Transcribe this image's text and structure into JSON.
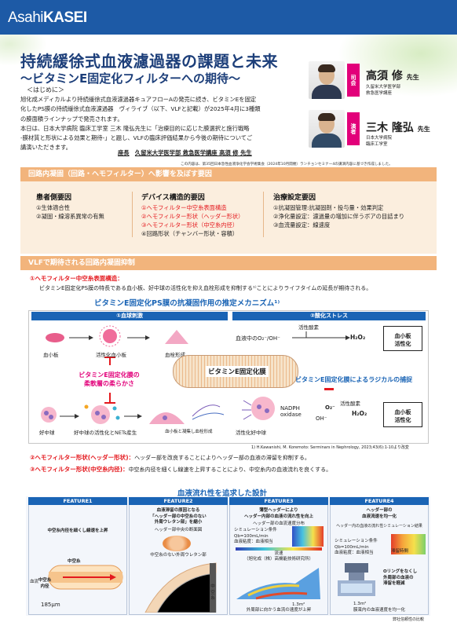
{
  "header": {
    "logo_light": "Asahi",
    "logo_bold": "KASEI"
  },
  "title": "持続緩徐式血液濾過器の課題と未来",
  "subtitle": "～ビタミンE固定化フィルターへの期待～",
  "intro": {
    "heading": "＜はじめに＞",
    "lines": [
      "旭化成メディカルより持続緩徐式血液濾過器キュアフローAの発売に続き、ビタミンEを固定",
      "化したPS膜の持続緩徐式血液濾過器　ヴィライブ（以下、VLFと記載）が2025年4月に3種類",
      "の膜面積ラインナップで発売されます。",
      "本日は、日本大学病院 臨床工学室 三木 隆弘先生に「治療目的に応じた膜選択と施行戦略",
      "-膜材質と形状による効果と期待-」と題し、VLFの臨床評価結果から今後の期待についてご",
      "講演いただきます。"
    ],
    "signer_role": "座長",
    "signer": "久留米大学医学部 救急医学講座 高須 修 先生"
  },
  "speakers": [
    {
      "role": "司会",
      "name": "高須 修",
      "suffix": "先生",
      "aff": [
        "久留米大学医学部",
        "救急医学講座"
      ]
    },
    {
      "role": "演者",
      "name": "三木 隆弘",
      "suffix": "先生",
      "aff": [
        "日本大学病院",
        "臨床工学室"
      ]
    }
  ],
  "note_top": "この内容は、第35回日本急性血液浄化学会学術集会（2024年10月開催）ランチョンセミナー4の講演内容に基づき作成しました。",
  "section1": {
    "heading": "回路内凝固（回路・ヘモフィルター）へ影響を及ぼす要因",
    "cols": [
      {
        "title": "患者側要因",
        "items": [
          "①生体適合性",
          "②凝固・線溶系異常の有無"
        ]
      },
      {
        "title": "デバイス構造的要因",
        "items": [
          "①ヘモフィルター中空糸表面構造",
          "②ヘモフィルター形状（ヘッダー形状）",
          "③ヘモフィルター形状（中空糸内径）",
          "④回路形状（チャンバー形状・容積）"
        ]
      },
      {
        "title": "治療設定要因",
        "items": [
          "①抗凝固管理:抗凝固剤・投与量・効果判定",
          "②浄化量設定：濾過量の増加に伴うボアの目詰まり",
          "③血流量設定：線速度"
        ]
      }
    ]
  },
  "section2": {
    "heading": "VLFで期待される回路内凝固抑制",
    "p1_head": "①ヘモフィルター中空糸表面構造：",
    "p1_text": "ビタミンE固定化PS膜の特長である血小板、好中球の活性化を抑え血栓形成を抑制する¹⁾ことによりライフタイムの延長が期待される。",
    "mech_title": "ビタミンE固定化PS膜の抗凝固作用の推定メカニズム¹⁾",
    "mech_left": {
      "header": "①血球刺激",
      "platelet": "血小板",
      "act_platelet": "活性化血小板",
      "thrombus": "血栓形成",
      "soft1": "ビタミンE固定化膜の",
      "soft2": "柔軟層の柔らかさ",
      "neutrophil": "好中球",
      "net": "好中球の活性化とNETs産生",
      "agg": "血小板と凝集し血栓形成"
    },
    "membrane": "ビタミンE固定化膜",
    "mech_right": {
      "header": "②酸化ストレス",
      "enzyme": "活性酸素",
      "source": "血液中のO₂⁻/OH⁻",
      "h2o2": "H₂O₂",
      "box1a": "血小板",
      "box1b": "活性化",
      "radical": "ビタミンE固定化膜によるラジカルの捕捉",
      "nadph1": "NADPH",
      "nadph2": "oxidase",
      "o2": "O₂⁻",
      "oh": "OH⁻",
      "h2o2b": "H₂O₂",
      "enzyme2": "活性酸素",
      "act_neut": "活性化好中球",
      "box2a": "血小板",
      "box2b": "活性化"
    },
    "ref": "1) H.Kawanishi, M. Koremoto: Serminars in Nephrology, 2023;43(6):1-10より改変",
    "p2_head": "②ヘモフィルター形状(ヘッダー形状)：",
    "p2_text": "ヘッダー部を改良することによりヘッダー部の血液の滞留を抑制する。",
    "p3_head": "③ヘモフィルター形状(中空糸内径)：",
    "p3_text": "中空糸内径を細くし線速を上昇することにより、中空糸内の血液流れを良くする。"
  },
  "section3": {
    "title": "血液流れ性を追求した設計",
    "features": [
      {
        "head": "FEATURE1",
        "text": [
          "中空糸内径を細くし線速を上昇"
        ],
        "sub": [
          "中空糸",
          "中空糸内径",
          "185μm",
          "血流"
        ]
      },
      {
        "head": "FEATURE2",
        "text": [
          "血液滞留の原因となる",
          "「ヘッダー部の中空糸のない",
          "外周ウレタン部」を縮小"
        ],
        "sub": [
          "ヘッダー部中央の断面図",
          "中空糸のない外周ウレタン部",
          "中空糸"
        ]
      },
      {
        "head": "FEATURE3",
        "text": [
          "薄型ヘッダーにより",
          "ヘッダー内部の血液の流れ性を向上"
        ],
        "sub": [
          "ヘッダー部の血流速度分布",
          "シミュレーション条件",
          "Qb=100mL/min",
          "血液粘度：血液相当",
          "流速",
          "（旭化成（株）高機能技術研究所）",
          "1.3m²",
          "外周部に向かう血流の速度が上昇"
        ]
      },
      {
        "head": "FEATURE4",
        "text": [
          "ヘッダー部の",
          "血液流速を均一化"
        ],
        "sub": [
          "ヘッダー内の血液の流れ性シミュレーション結果",
          "シミュレーション条件",
          "Qb=100mL/min",
          "血液粘度：血液相当",
          "滞留時間",
          "Oリングをなくし",
          "外周部の血液の",
          "滞留を軽減",
          "1.3m²",
          "膜束内の血液速度を均一化"
        ]
      }
    ],
    "footnote": "弊社信頼性の比較"
  }
}
